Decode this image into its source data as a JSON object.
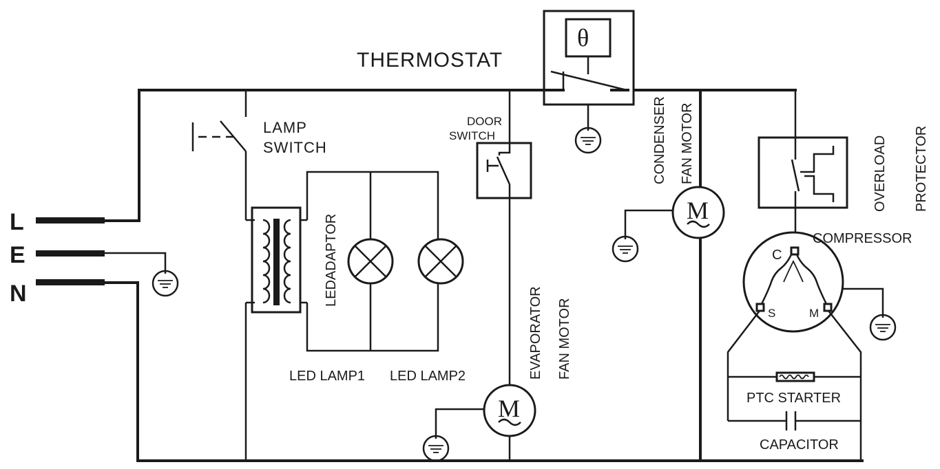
{
  "diagram": {
    "terminals": {
      "live": "L",
      "earth": "E",
      "neutral": "N"
    },
    "labels": {
      "thermostat": "THERMOSTAT",
      "thermostat_symbol": "θ",
      "lamp_switch_line1": "LAMP",
      "lamp_switch_line2": "SWITCH",
      "door_switch_line1": "DOOR",
      "door_switch_line2": "SWITCH",
      "led_adaptor": "LEDADAPTOR",
      "led_lamp1": "LED LAMP1",
      "led_lamp2": "LED LAMP2",
      "evaporator_line1": "EVAPORATOR",
      "evaporator_line2": "FAN MOTOR",
      "condenser_line1": "CONDENSER",
      "condenser_line2": "FAN MOTOR",
      "overload_line1": "OVERLOAD",
      "overload_line2": "PROTECTOR",
      "compressor": "COMPRESSOR",
      "compressor_c": "C",
      "compressor_s": "S",
      "compressor_m": "M",
      "motor_symbol": "M",
      "ptc_starter": "PTC STARTER",
      "capacitor": "CAPACITOR"
    }
  }
}
